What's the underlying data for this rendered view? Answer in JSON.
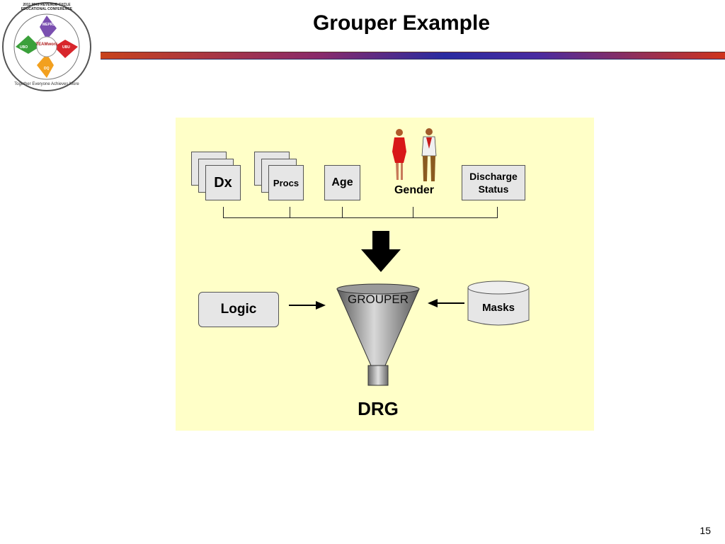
{
  "slide": {
    "title": "Grouper Example",
    "page_number": "15"
  },
  "logo": {
    "ring_text": "2011 MHS REVENUE CYCLE EDUCATIONAL CONFERENCE",
    "center_text": "TEAMwork",
    "motto": "Together Everyone Achieves More",
    "hands": [
      "MEPRS",
      "UBU",
      "DQ",
      "UBO"
    ],
    "colors": [
      "#7a4fb0",
      "#d8262c",
      "#f2a01f",
      "#3aa03a"
    ]
  },
  "diagram": {
    "inputs": {
      "dx": "Dx",
      "procs": "Procs",
      "age": "Age",
      "gender": "Gender",
      "discharge": "Discharge Status"
    },
    "logic": "Logic",
    "grouper": "GROUPER",
    "masks": "Masks",
    "output": "DRG",
    "colors": {
      "background": "#ffffc8",
      "box": "#e6e6e6",
      "funnel": "#a8a8a8"
    }
  }
}
